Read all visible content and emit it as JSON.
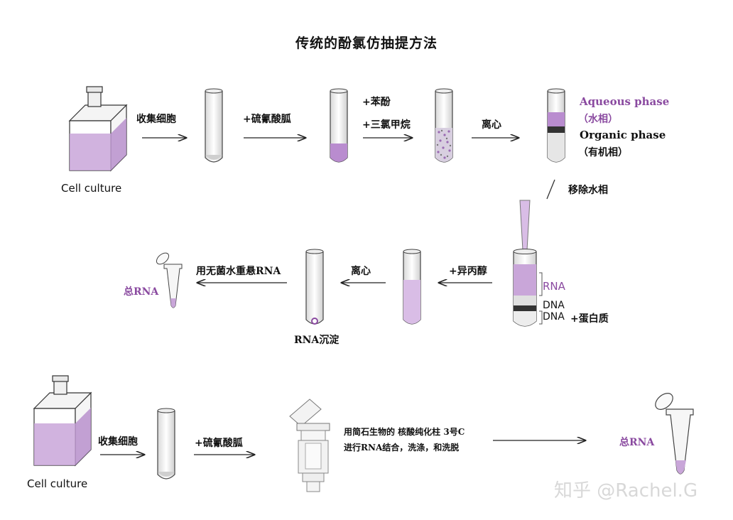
{
  "title": "传统的酚氯仿抽提方法",
  "row1": {
    "cell_culture": "Cell culture",
    "step_collect": "收集细胞",
    "step_guanidine": "+硫氰酸胍",
    "step_phenol": "+苯酚",
    "step_chloroform": "+三氯甲烷",
    "step_centrifuge": "离心",
    "aqueous_phase": "Aqueous phase",
    "aqueous_phase_cn": "（水相）",
    "organic_phase": "Organic phase",
    "organic_phase_cn": "（有机相）",
    "remove_aqueous": "移除水相"
  },
  "row2": {
    "rna_label": "RNA",
    "dna_label_1": "DNA",
    "dna_label_2": "DNA",
    "dna_protein": "+蛋白质",
    "step_isopropanol": "+异丙醇",
    "step_centrifuge": "离心",
    "rna_pellet": "RNA沉淀",
    "step_resuspend": "用无菌水重悬RNA",
    "total_rna": "总RNA"
  },
  "row3": {
    "cell_culture": "Cell culture",
    "step_collect": "收集细胞",
    "step_guanidine": "+硫氰酸胍",
    "column_line1": "用简石生物的 核酸纯化柱 3号C",
    "column_line2": "进行RNA结合，洗涤，和洗脱",
    "total_rna": "总RNA"
  },
  "watermark": "知乎 @Rachel.G",
  "colors": {
    "purple_liquid": "#c9a6d9",
    "purple_text": "#8a4aa0",
    "arrow": "#222222"
  }
}
